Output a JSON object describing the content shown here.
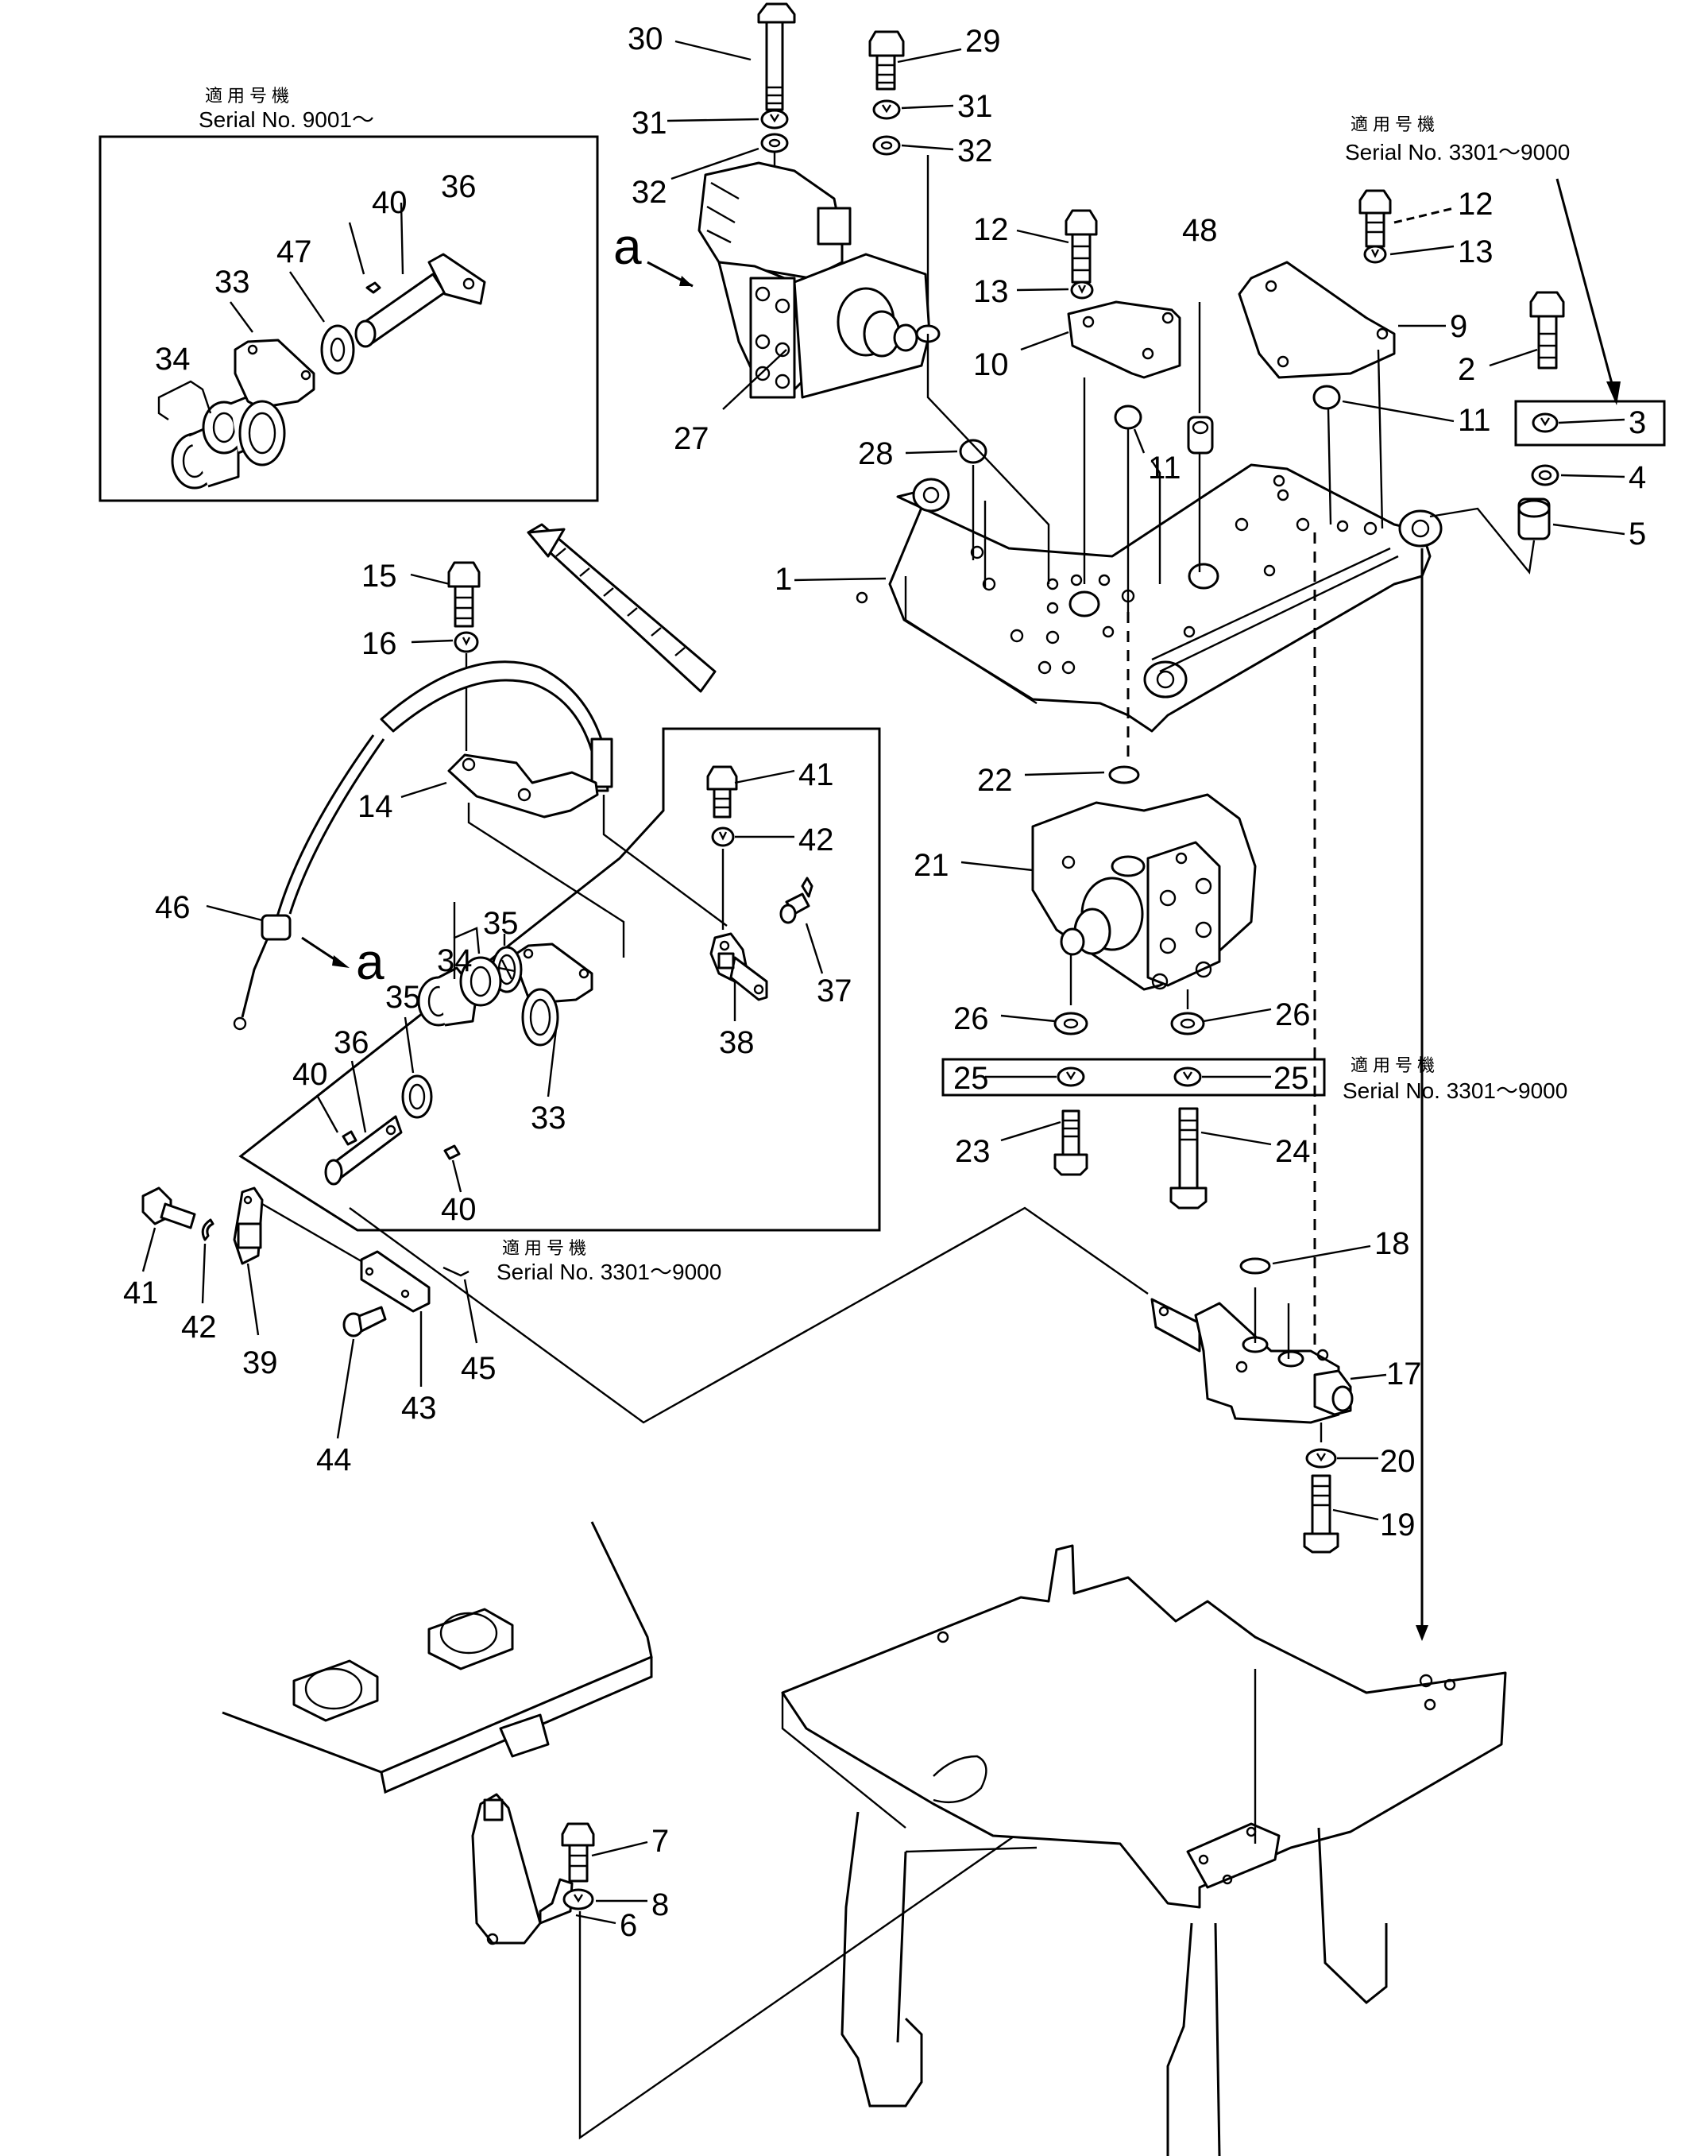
{
  "diagram": {
    "title": "Exploded parts diagram — control valve mounting",
    "callouts": {
      "c1": "1",
      "c2": "2",
      "c3": "3",
      "c4": "4",
      "c5": "5",
      "c6": "6",
      "c7": "7",
      "c8": "8",
      "c9": "9",
      "c10": "10",
      "c11a": "11",
      "c11b": "11",
      "c12a": "12",
      "c12b": "12",
      "c13a": "13",
      "c13b": "13",
      "c14": "14",
      "c15": "15",
      "c16": "16",
      "c17": "17",
      "c18": "18",
      "c19": "19",
      "c20": "20",
      "c21": "21",
      "c22": "22",
      "c23": "23",
      "c24": "24",
      "c25a": "25",
      "c25b": "25",
      "c26a": "26",
      "c26b": "26",
      "c27": "27",
      "c28": "28",
      "c29": "29",
      "c30": "30",
      "c31a": "31",
      "c31b": "31",
      "c32a": "32",
      "c32b": "32",
      "c33a": "33",
      "c33b": "33",
      "c34a": "34",
      "c34b": "34",
      "c35a": "35",
      "c35b": "35",
      "c36a": "36",
      "c36b": "36",
      "c37": "37",
      "c38": "38",
      "c39": "39",
      "c40a": "40",
      "c40b": "40",
      "c40c": "40",
      "c41a": "41",
      "c41b": "41",
      "c42a": "42",
      "c42b": "42",
      "c43": "43",
      "c44": "44",
      "c45": "45",
      "c46": "46",
      "c47": "47",
      "c48": "48",
      "ref_a1": "a",
      "ref_a2": "a"
    },
    "serial_notes": [
      {
        "jp": "適用号機",
        "text": "Serial No. 9001～"
      },
      {
        "jp": "適用号機",
        "text": "Serial No. 3301～9000"
      },
      {
        "jp": "適用号機",
        "text": "Serial No. 3301～9000"
      },
      {
        "jp": "適用号機",
        "text": "Serial No. 3301～9000"
      }
    ]
  }
}
